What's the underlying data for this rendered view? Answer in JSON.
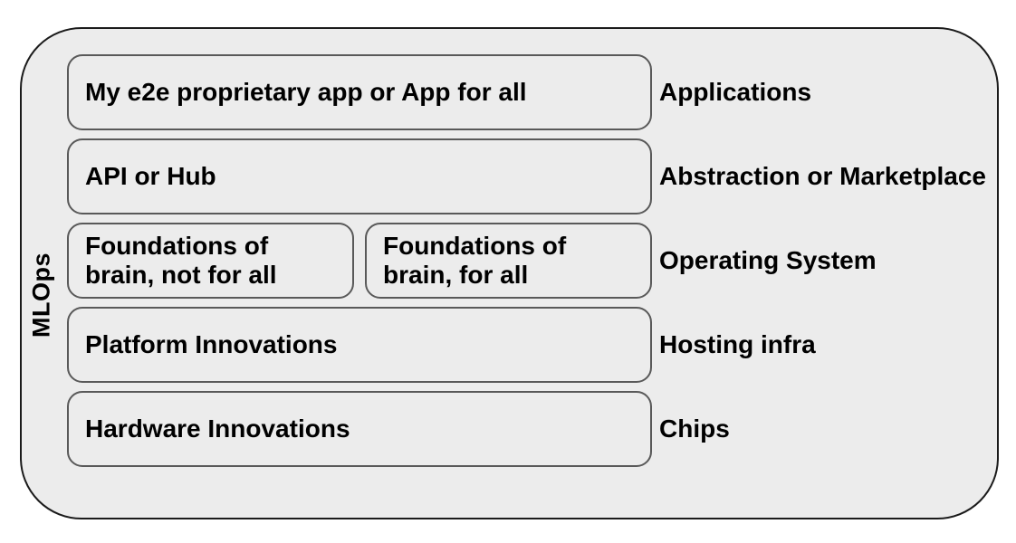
{
  "colors": {
    "page_background": "#ffffff",
    "container_fill": "#ececec",
    "container_border": "#1b1b1b",
    "box_fill": "#ececec",
    "box_border": "#595959",
    "text": "#000000"
  },
  "diagram": {
    "side_label": "MLOps",
    "rows": [
      {
        "boxes": [
          {
            "text": "My e2e proprietary app or App for all"
          }
        ],
        "label": "Applications"
      },
      {
        "boxes": [
          {
            "text": "API or Hub"
          }
        ],
        "label": "Abstraction or Marketplace"
      },
      {
        "boxes": [
          {
            "text": "Foundations of\nbrain, not for all"
          },
          {
            "text": "Foundations of\nbrain, for all"
          }
        ],
        "label": "Operating System"
      },
      {
        "boxes": [
          {
            "text": "Platform Innovations"
          }
        ],
        "label": "Hosting infra"
      },
      {
        "boxes": [
          {
            "text": "Hardware Innovations"
          }
        ],
        "label": "Chips"
      }
    ]
  }
}
